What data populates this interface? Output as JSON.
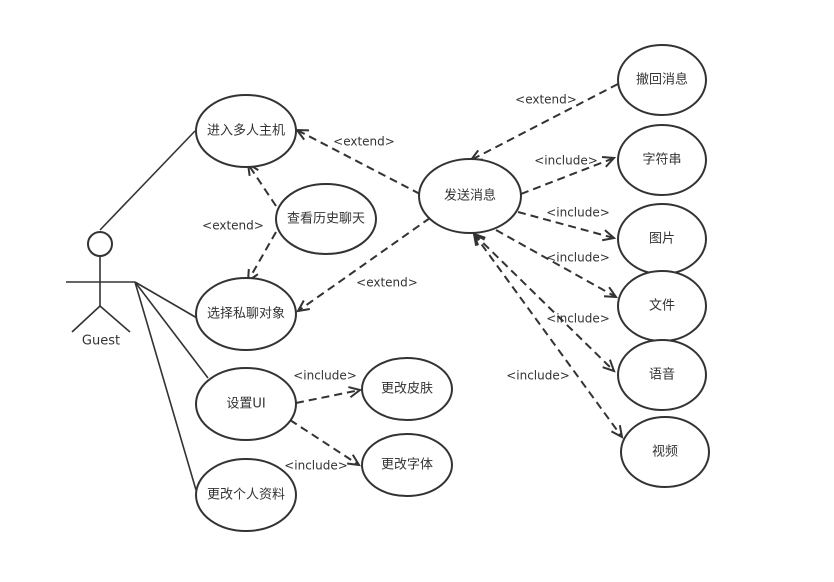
{
  "actor": {
    "name": "Guest"
  },
  "use_cases": {
    "join_host": "进入多人主机",
    "view_history": "查看历史聊天",
    "select_private": "选择私聊对象",
    "settings_ui": "设置UI",
    "edit_profile": "更改个人资料",
    "send_message": "发送消息",
    "recall_message": "撤回消息",
    "string": "字符串",
    "image": "图片",
    "file": "文件",
    "voice": "语音",
    "video": "视频",
    "change_skin": "更改皮肤",
    "change_font": "更改字体"
  },
  "relations": {
    "recall_extend": "<extend>",
    "send_join_extend": "<extend>",
    "history_extend": "<extend>",
    "send_select_extend": "<extend>",
    "string_include": "<include>",
    "image_include": "<include>",
    "file_include": "<include>",
    "voice_include": "<include>",
    "video_include": "<include>",
    "skin_include": "<include>",
    "font_include": "<include>"
  }
}
